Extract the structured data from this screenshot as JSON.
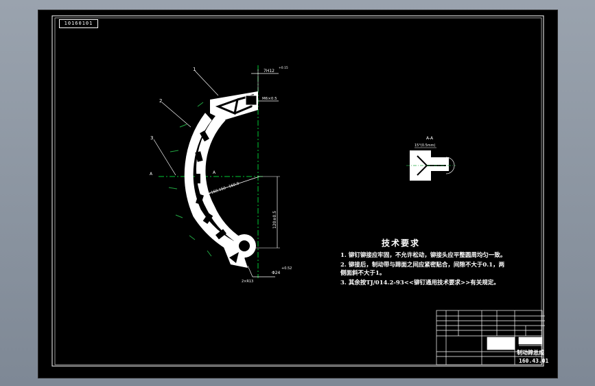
{
  "drawing": {
    "corner_code": "10160101",
    "section_label": "A-A",
    "section_marker": "A",
    "labels": {
      "part1": "1",
      "part2": "2",
      "part3": "3",
      "dim_top": "7H12",
      "dim_top_sup": "+0.15",
      "dim_angle": "15°(0.5mm)",
      "dim_radius": "R=160.150~160.0",
      "dim_vertical": "120±0.5",
      "dim_bottom": "Φ24",
      "dim_bottom_tol": "+0.52",
      "dim_bottom_left": "2×R13",
      "rivet_tag": "M6×0.5"
    }
  },
  "tech": {
    "title": "技术要求",
    "items": [
      "1. 铆钉铆接应牢固，不允许松动，铆接头应平整圆周均匀一致。",
      "2. 铆接后，制动带与蹄面之间应紧密贴合，间隙不大于0.1，两",
      "   侧面斜不大于1。",
      "3. 其余按TJ/014.2-93<<铆钉通用技术要求>>有关规定。"
    ]
  },
  "titleblock": {
    "name": "制动蹄总成",
    "code": "160.43.01"
  },
  "colors": {
    "background": "#000000",
    "lines": "#ffffff",
    "centerline": "#00cc33",
    "hatch": "#22aa44"
  }
}
